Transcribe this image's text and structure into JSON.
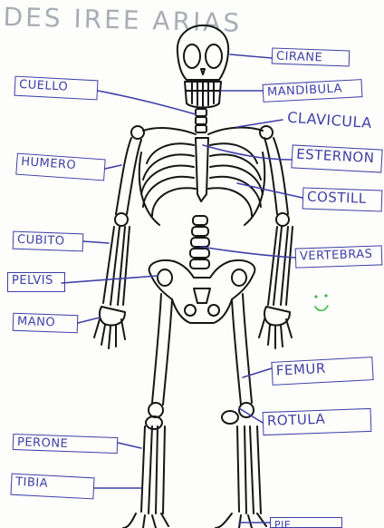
{
  "title": "DES IREE ARIAS",
  "labels": {
    "craneo": "CIRANE",
    "mandibula": "MANDÍBULA",
    "cuello": "CUELLO",
    "clavicula": "CLAVICULA",
    "esternon": "ESTERNON",
    "humero": "HUMERO",
    "costillas": "COSTILL",
    "cubito": "CUBITO",
    "vertebras": "VERTEBRAS",
    "pelvis": "PELVIS",
    "mano": "MANO",
    "femur": "FEMUR",
    "rotula": "ROTULA",
    "perone": "PERONE",
    "tibia": "TIBIA",
    "pie": "PIE"
  },
  "colors": {
    "ink_blue": "#3e3fa6",
    "pencil_gray": "#a8aeb6",
    "skeleton_black": "#161616",
    "smiley_green": "#3cb848"
  },
  "decorations": {
    "smiley": "smiley-face-icon"
  }
}
